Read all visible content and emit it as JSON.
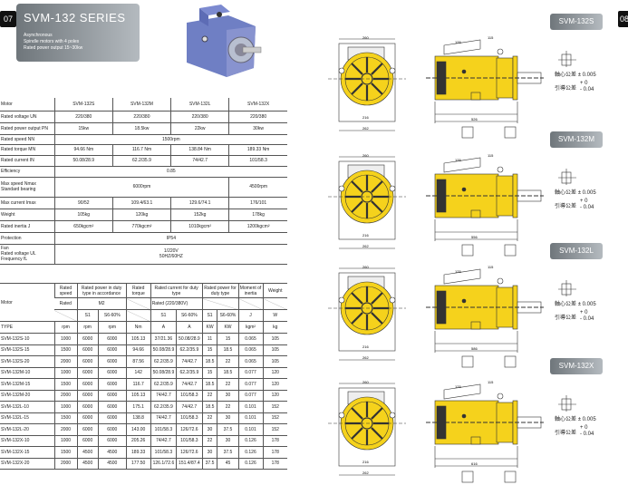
{
  "left_page": {
    "page_number": "07",
    "title": "SVM-132 SERIES",
    "subtitle_lines": [
      "Asynchronous",
      "Spindle motors with 4 poles",
      "Rated power output 15~30kw"
    ]
  },
  "spec_table": {
    "rows": [
      {
        "label": "Motor",
        "cells": [
          "SVM-132S",
          "SVM-132M",
          "SVM-132L",
          "SVM-132X"
        ]
      },
      {
        "label": "Rated voltage UN",
        "cells": [
          "220/380",
          "220/380",
          "220/380",
          "220/380"
        ]
      },
      {
        "label": "Rated power output PN",
        "cells": [
          "15kw",
          "18.5kw",
          "22kw",
          "30kw"
        ]
      },
      {
        "label": "Rated speed NN",
        "cells": [
          "1500rpm"
        ]
      },
      {
        "label": "Rated torque MN",
        "cells": [
          "94.66 Nm",
          "116.7 Nm",
          "138.84 Nm",
          "189.33 Nm"
        ]
      },
      {
        "label": "Rated current IN",
        "cells": [
          "50.08/28.9",
          "62.2/35.9",
          "74/42.7",
          "101/58.3"
        ]
      },
      {
        "label": "Efficiency",
        "cells": [
          "0.85"
        ]
      },
      {
        "label": "Max speed Nmax\nStandard bearing",
        "cells": [
          "6000rpm",
          "4500rpm"
        ]
      },
      {
        "label": "Max current Imax",
        "cells": [
          "90/52",
          "109.4/63.1",
          "129.6/74.1",
          "176/101"
        ]
      },
      {
        "label": "Weight",
        "cells": [
          "105kg",
          "120kg",
          "152kg",
          "178kg"
        ]
      },
      {
        "label": "Rated inertia J",
        "cells": [
          "650kgcm²",
          "770kgcm²",
          "1010kgcm²",
          "1200kgcm²"
        ]
      },
      {
        "label": "Protection",
        "cells": [
          "IP54"
        ]
      },
      {
        "label": "Fan\nRated voltage UL\nFrequency fL",
        "cells": [
          "1/220V\n50HZ/60HZ"
        ]
      }
    ]
  },
  "duty_table": {
    "header1": [
      "Rated speed",
      "Rated power in duty type in accordance",
      "Rated torque",
      "Rated current for duty type",
      "Rated power for duty type",
      "Moment of inertia",
      "Weight"
    ],
    "header2": {
      "motor": "Motor",
      "rated": "Rated",
      "m2": "M2",
      "current": "Rated (220/380V)"
    },
    "header3": [
      "S1",
      "S6-60%",
      "S1",
      "S6-60%",
      "S1",
      "S6-60%",
      "J",
      "W"
    ],
    "units_label": "TYPE",
    "units": [
      "rpm",
      "rpm",
      "rpm",
      "Nm",
      "A",
      "A",
      "KW",
      "KW",
      "kgm²",
      "kg"
    ],
    "rows": [
      [
        "SVM-132S-10",
        "1000",
        "6000",
        "6000",
        "105.13",
        "37/21.36",
        "50.08/28.9",
        "11",
        "15",
        "0.065",
        "105"
      ],
      [
        "SVM-132S-15",
        "1500",
        "6000",
        "6000",
        "94.66",
        "50.08/28.9",
        "62.2/35.9",
        "15",
        "18.5",
        "0.065",
        "105"
      ],
      [
        "SVM-132S-20",
        "2000",
        "6000",
        "6000",
        "87.56",
        "62.2/35.9",
        "74/42.7",
        "18.5",
        "22",
        "0.065",
        "105"
      ],
      [
        "SVM-132M-10",
        "1000",
        "6000",
        "6000",
        "142",
        "50.08/28.9",
        "62.2/35.9",
        "15",
        "18.5",
        "0.077",
        "120"
      ],
      [
        "SVM-132M-15",
        "1500",
        "6000",
        "6000",
        "116.7",
        "62.2/35.9",
        "74/42.7",
        "18.5",
        "22",
        "0.077",
        "120"
      ],
      [
        "SVM-132M-20",
        "2000",
        "6000",
        "6000",
        "105.13",
        "74/42.7",
        "101/58.3",
        "22",
        "30",
        "0.077",
        "120"
      ],
      [
        "SVM-132L-10",
        "1000",
        "6000",
        "6000",
        "175.1",
        "62.2/35.9",
        "74/42.7",
        "18.5",
        "22",
        "0.101",
        "152"
      ],
      [
        "SVM-132L-15",
        "1500",
        "6000",
        "6000",
        "138.8",
        "74/42.7",
        "101/58.3",
        "22",
        "30",
        "0.101",
        "152"
      ],
      [
        "SVM-132L-20",
        "2000",
        "6000",
        "6000",
        "143.00",
        "101/58.3",
        "126/72.6",
        "30",
        "37.5",
        "0.101",
        "152"
      ],
      [
        "SVM-132X-10",
        "1000",
        "6000",
        "6000",
        "205.26",
        "74/42.7",
        "101/58.3",
        "22",
        "30",
        "0.126",
        "178"
      ],
      [
        "SVM-132X-15",
        "1500",
        "4500",
        "4500",
        "189.33",
        "101/58.3",
        "126/72.6",
        "30",
        "37.5",
        "0.126",
        "178"
      ],
      [
        "SVM-132X-20",
        "2000",
        "4500",
        "4500",
        "177.50",
        "126.1/72.6",
        "151.4/87.4",
        "37.5",
        "45",
        "0.126",
        "178"
      ]
    ]
  },
  "right_page": {
    "page_number": "08",
    "sections": [
      {
        "title": "SVM-132S",
        "dims": [
          "260",
          "125",
          "115",
          "216",
          "262",
          "526"
        ]
      },
      {
        "title": "SVM-132M",
        "dims": [
          "260",
          "125",
          "115",
          "216",
          "262",
          "556"
        ]
      },
      {
        "title": "SVM-132L",
        "dims": [
          "260",
          "125",
          "115",
          "216",
          "262",
          "586"
        ]
      },
      {
        "title": "SVM-132X",
        "dims": [
          "260",
          "125",
          "115",
          "216",
          "262",
          "616"
        ]
      }
    ],
    "tolerance": {
      "axis_label": "軸心公差",
      "axis_value": "± 0.005",
      "guide_label": "引導公差",
      "guide_plus": "+ 0",
      "guide_minus": "- 0.04"
    }
  },
  "colors": {
    "motor_yellow": "#f5d21c",
    "header_gray": "#8a9095",
    "motor_blue": "#6f7fc4"
  }
}
